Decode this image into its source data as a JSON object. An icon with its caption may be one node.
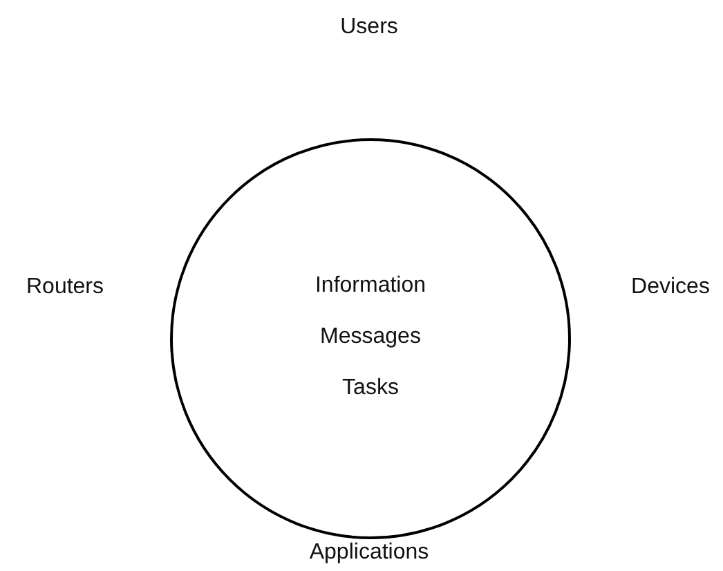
{
  "diagram": {
    "nodes": [
      {
        "text": [
          "Information",
          "Messages",
          "Tasks"
        ]
      }
    ],
    "edges": [],
    "labels": [
      "Users",
      "Routers",
      "Devices",
      "Applications"
    ]
  }
}
